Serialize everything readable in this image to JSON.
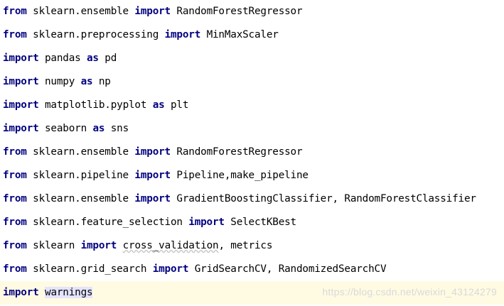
{
  "editor": {
    "lines": [
      [
        {
          "t": "from",
          "k": 1
        },
        {
          "t": " sklearn.ensemble "
        },
        {
          "t": "import",
          "k": 1
        },
        {
          "t": " RandomForestRegressor"
        }
      ],
      [
        {
          "t": "from",
          "k": 1
        },
        {
          "t": " sklearn.preprocessing "
        },
        {
          "t": "import",
          "k": 1
        },
        {
          "t": " MinMaxScaler"
        }
      ],
      [
        {
          "t": "import",
          "k": 1
        },
        {
          "t": " pandas "
        },
        {
          "t": "as",
          "k": 1
        },
        {
          "t": " pd"
        }
      ],
      [
        {
          "t": "import",
          "k": 1
        },
        {
          "t": " numpy "
        },
        {
          "t": "as",
          "k": 1
        },
        {
          "t": " np"
        }
      ],
      [
        {
          "t": "import",
          "k": 1
        },
        {
          "t": " matplotlib.pyplot "
        },
        {
          "t": "as",
          "k": 1
        },
        {
          "t": " plt"
        }
      ],
      [
        {
          "t": "import",
          "k": 1
        },
        {
          "t": " seaborn "
        },
        {
          "t": "as",
          "k": 1
        },
        {
          "t": " sns"
        }
      ],
      [
        {
          "t": "from",
          "k": 1
        },
        {
          "t": " sklearn.ensemble "
        },
        {
          "t": "import",
          "k": 1
        },
        {
          "t": " RandomForestRegressor"
        }
      ],
      [
        {
          "t": "from",
          "k": 1
        },
        {
          "t": " sklearn.pipeline "
        },
        {
          "t": "import",
          "k": 1
        },
        {
          "t": " Pipeline,make_pipeline"
        }
      ],
      [
        {
          "t": "from",
          "k": 1
        },
        {
          "t": " sklearn.ensemble "
        },
        {
          "t": "import",
          "k": 1
        },
        {
          "t": " GradientBoostingClassifier, RandomForestClassifier"
        }
      ],
      [
        {
          "t": "from",
          "k": 1
        },
        {
          "t": " sklearn.feature_selection "
        },
        {
          "t": "import",
          "k": 1
        },
        {
          "t": " SelectKBest"
        }
      ],
      [
        {
          "t": "from",
          "k": 1
        },
        {
          "t": " sklearn "
        },
        {
          "t": "import",
          "k": 1
        },
        {
          "t": " "
        },
        {
          "t": "cross_validation",
          "w": 1
        },
        {
          "t": ", metrics"
        }
      ],
      [
        {
          "t": "from",
          "k": 1
        },
        {
          "t": " sklearn.grid_search "
        },
        {
          "t": "import",
          "k": 1
        },
        {
          "t": " GridSearchCV, RandomizedSearchCV"
        }
      ],
      [
        {
          "t": "import",
          "k": 1
        },
        {
          "t": " "
        },
        {
          "t": "warnings",
          "h": 1
        }
      ]
    ],
    "current_line_index": 12
  },
  "watermark": "https://blog.csdn.net/weixin_43124279",
  "colors": {
    "keyword": "#000080",
    "text": "#000000",
    "current_line_bg": "#fffbe3",
    "highlight_bg": "#e4e4ff",
    "watermark": "#d9d9d9"
  }
}
